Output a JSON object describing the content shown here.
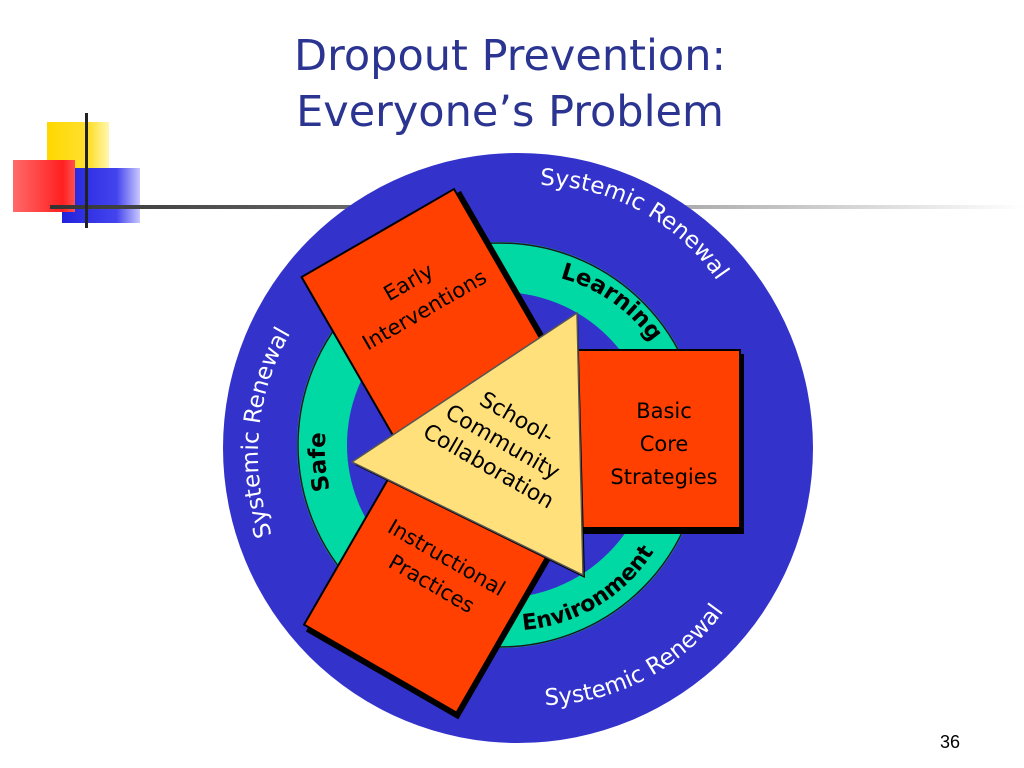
{
  "title": {
    "line1": "Dropout Prevention:",
    "line2": "Everyone’s Problem"
  },
  "diagram": {
    "outer_ring_label_top": "Systemic Renewal",
    "outer_ring_label_left": "Systemic Renewal",
    "outer_ring_label_bottom": "Systemic Renewal",
    "inner_ring_words": {
      "learning": "Learning",
      "safe": "Safe",
      "environments": "Environments"
    },
    "box_early": {
      "line1": "Early",
      "line2": "Interventions"
    },
    "box_basic": {
      "line1": "Basic",
      "line2": "Core",
      "line3": "Strategies"
    },
    "box_instructional": {
      "line1": "Instructional",
      "line2": "Practices"
    },
    "center": {
      "line1": "School-",
      "line2": "Community",
      "line3": "Collaboration"
    },
    "colors": {
      "outer_circle": "#3333CC",
      "inner_ring": "#00D9A3",
      "boxes": "#FF4000",
      "triangle": "#FFE07A",
      "title": "#2B3591"
    }
  },
  "page_number": "36"
}
